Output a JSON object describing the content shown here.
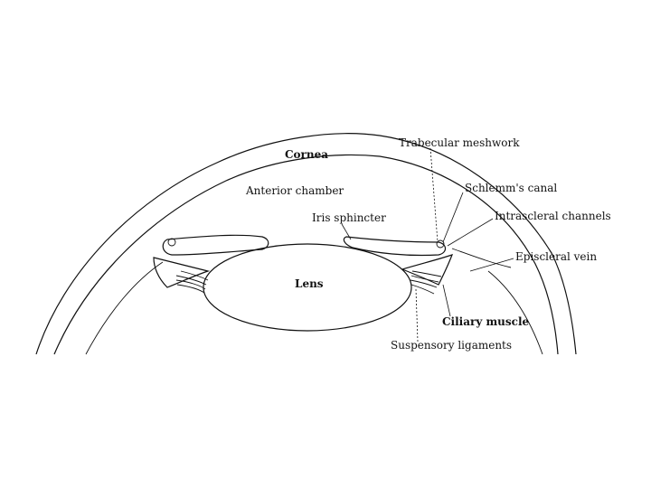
{
  "diagram": {
    "labels": {
      "trabecular_meshwork": "Trabecular meshwork",
      "cornea": "Cornea",
      "schlemms_canal": "Schlemm's canal",
      "anterior_chamber": "Anterior chamber",
      "iris_sphincter": "Iris sphincter",
      "intrascleral_channels": "Intrascleral channels",
      "episcleral_vein": "Episcleral vein",
      "lens": "Lens",
      "ciliary_muscle": "Ciliary muscle",
      "suspensory_ligaments": "Suspensory ligaments"
    },
    "colors": {
      "ink": "#111111",
      "background": "#ffffff"
    }
  }
}
